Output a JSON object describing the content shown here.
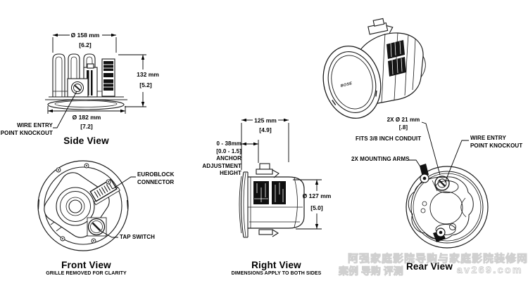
{
  "colors": {
    "line": "#1a1a1a",
    "text": "#000000",
    "watermark": "#d0d0d0"
  },
  "side_view": {
    "title": "Side View",
    "dim_diameter_top": "Ø 158 mm",
    "dim_diameter_top_in": "[6.2]",
    "dim_height": "132 mm",
    "dim_height_in": "[5.2]",
    "dim_diameter_bottom": "Ø 182 mm",
    "dim_diameter_bottom_in": "[7.2]",
    "label_wire_entry_1": "WIRE ENTRY",
    "label_wire_entry_2": "POINT KNOCKOUT"
  },
  "front_view": {
    "title": "Front View",
    "subtitle": "GRILLE REMOVED FOR CLARITY",
    "label_euroblock_1": "EUROBLOCK",
    "label_euroblock_2": "CONNECTOR",
    "label_tap_switch": "TAP SWITCH"
  },
  "right_view": {
    "title": "Right View",
    "subtitle": "DIMENSIONS APPLY TO BOTH SIDES",
    "dim_depth": "125 mm",
    "dim_depth_in": "[4.9]",
    "anchor_line_1": "0 - 38mm",
    "anchor_line_2": "[0.0 - 1.5]",
    "anchor_line_3": "ANCHOR",
    "anchor_line_4": "ADJUSTMENT",
    "anchor_line_5": "HEIGHT",
    "dim_diameter": "Ø 127 mm",
    "dim_diameter_in": "[5.0]"
  },
  "rear_view": {
    "title": "Rear View",
    "dim_knockout": "2X Ø 21 mm",
    "dim_knockout_in": "[.8]",
    "label_conduit": "FITS 3/8 INCH CONDUIT",
    "label_mounting_arms": "2X MOUNTING ARMS",
    "label_wire_entry_1": "WIRE ENTRY",
    "label_wire_entry_2": "POINT KNOCKOUT"
  },
  "perspective_view": {
    "logo": "BOSE"
  },
  "watermark": {
    "line1": "阿强家庭影院导购与家庭影院装修网",
    "line2_left": "案例 导购 评测",
    "line2_right": "av269.com"
  }
}
